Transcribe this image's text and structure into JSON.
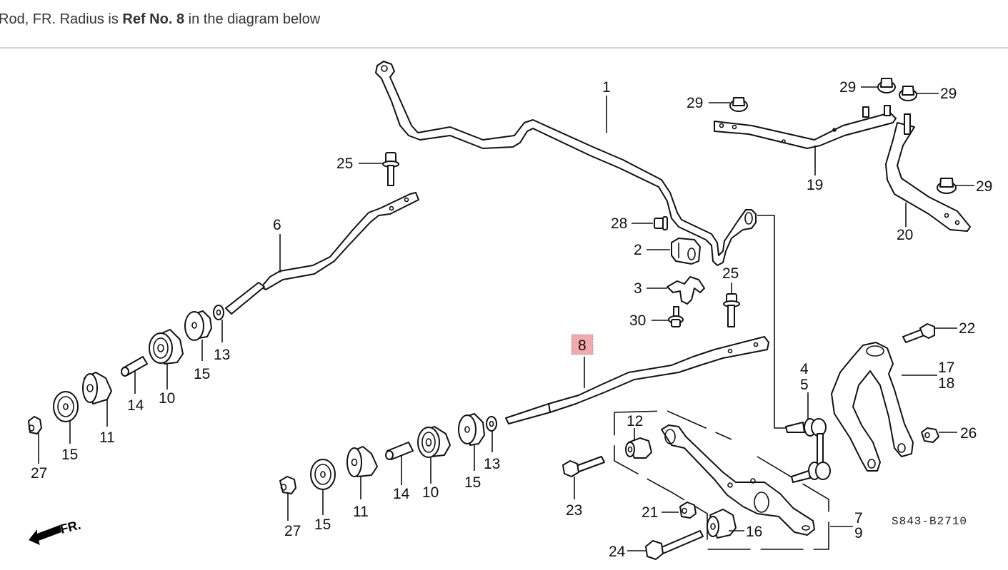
{
  "caption": {
    "prefix": "Rod, FR. Radius is ",
    "bold": "Ref No. 8",
    "suffix": " in the diagram below"
  },
  "diagram": {
    "highlight_ref": "8",
    "highlight_color": "#f2a9ad",
    "drawing_code": "S843-B2710",
    "front_arrow_label": "FR.",
    "callouts": {
      "c1": "1",
      "c2": "2",
      "c3": "3",
      "c4": "4",
      "c5": "5",
      "c6": "6",
      "c7": "7",
      "c8": "8",
      "c9": "9",
      "c10a": "10",
      "c10b": "10",
      "c11a": "11",
      "c11b": "11",
      "c12": "12",
      "c13a": "13",
      "c13b": "13",
      "c14a": "14",
      "c14b": "14",
      "c15a": "15",
      "c15b": "15",
      "c15c": "15",
      "c15d": "15",
      "c16": "16",
      "c17": "17",
      "c18": "18",
      "c19": "19",
      "c20": "20",
      "c21": "21",
      "c22": "22",
      "c23": "23",
      "c24": "24",
      "c25a": "25",
      "c25b": "25",
      "c26": "26",
      "c27a": "27",
      "c27b": "27",
      "c28": "28",
      "c29a": "29",
      "c29b": "29",
      "c29c": "29",
      "c29d": "29",
      "c30": "30"
    }
  }
}
